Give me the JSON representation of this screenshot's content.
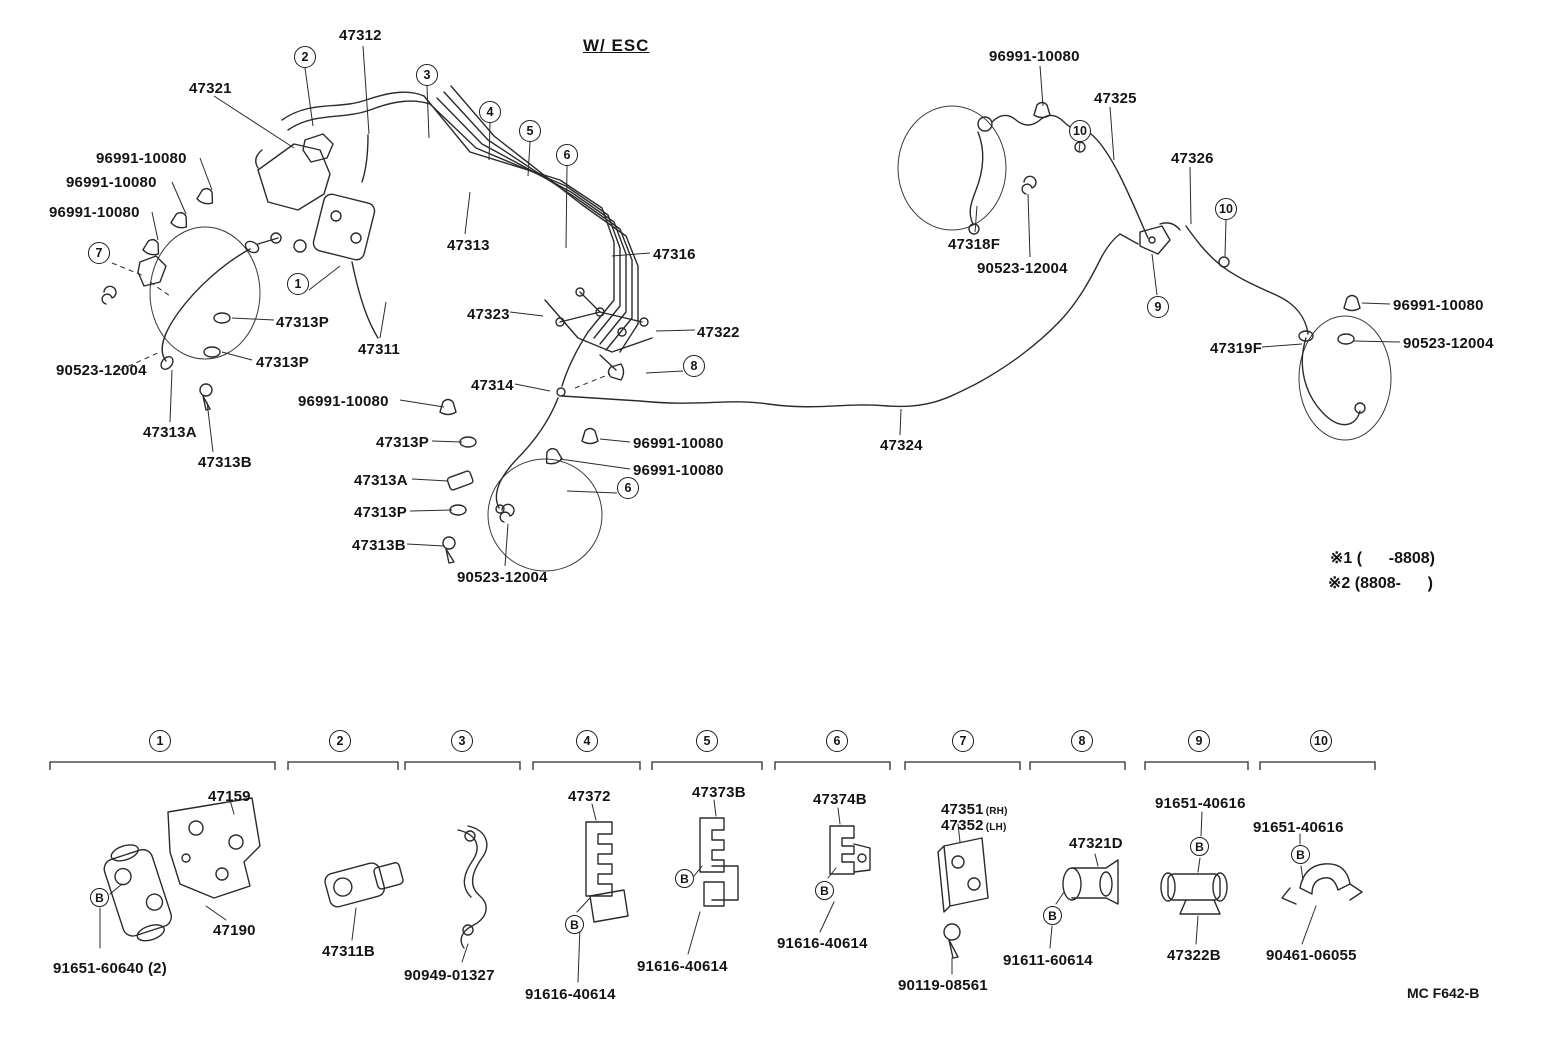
{
  "title": "W/ ESC",
  "footer_code": "MC F642-B",
  "b_marker": "B",
  "notes": {
    "line1": "※1 (      -8808)",
    "line2": "※2 (8808-      )"
  },
  "labels": [
    "47312",
    "47321",
    "96991-10080",
    "96991-10080",
    "96991-10080",
    "47313",
    "47316",
    "47313P",
    "47323",
    "47322",
    "47311",
    "47313P",
    "90523-12004",
    "47314",
    "96991-10080",
    "47313A",
    "47313P",
    "96991-10080",
    "47313B",
    "96991-10080",
    "47313A",
    "47313P",
    "47313B",
    "90523-12004",
    "96991-10080",
    "47325",
    "47326",
    "47318F",
    "90523-12004",
    "96991-10080",
    "90523-12004",
    "47319F",
    "47324"
  ],
  "callouts": [
    "2",
    "3",
    "4",
    "5",
    "6",
    "10",
    "7",
    "1",
    "9",
    "8",
    "6",
    "10"
  ],
  "legend": {
    "headers": [
      "1",
      "2",
      "3",
      "4",
      "5",
      "6",
      "7",
      "8",
      "9",
      "10"
    ],
    "groups": {
      "g1": {
        "p1": "47159",
        "p2": "47190",
        "p3": "91651-60640 (2)"
      },
      "g2": {
        "p1": "47311B"
      },
      "g3": {
        "p1": "90949-01327"
      },
      "g4": {
        "p1": "47372",
        "p2": "91616-40614"
      },
      "g5": {
        "p1": "47373B",
        "p2": "91616-40614"
      },
      "g6": {
        "p1": "47374B",
        "p2": "91616-40614"
      },
      "g7": {
        "p1": "47351",
        "p1s": "(RH)",
        "p2": "47352",
        "p2s": "(LH)",
        "p3": "90119-08561"
      },
      "g8": {
        "p1": "47321D",
        "p2": "91611-60614"
      },
      "g9": {
        "p1": "91651-40616",
        "p2": "47322B"
      },
      "g10": {
        "p1": "91651-40616",
        "p2": "90461-06055"
      }
    }
  }
}
